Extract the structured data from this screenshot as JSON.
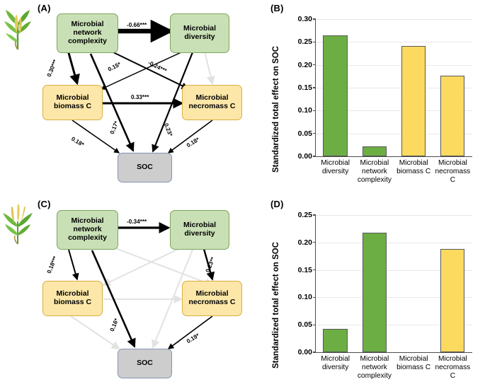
{
  "figure": {
    "panels": [
      {
        "id": "A",
        "label": "(A)"
      },
      {
        "id": "B",
        "label": "(B)"
      },
      {
        "id": "C",
        "label": "(C)"
      },
      {
        "id": "D",
        "label": "(D)"
      }
    ]
  },
  "icons": {
    "maize": "maize-plant-icon",
    "rice": "rice-plant-icon"
  },
  "colors": {
    "node_green_fill": "#c9e0b6",
    "node_green_border": "#7aa45e",
    "node_yellow_fill": "#fce7a9",
    "node_yellow_border": "#d9ae3b",
    "node_gray_fill": "#cdcdcd",
    "node_gray_border": "#8193b2",
    "bar_green": "#6cae44",
    "bar_yellow": "#fcd95f",
    "path_significant": "#000000",
    "path_nonsignificant": "#e2e2e2"
  },
  "nodes": {
    "complexity": "Microbial network complexity",
    "diversity": "Microbial diversity",
    "biomass": "Microbial biomass C",
    "necromass": "Microbial necromass C",
    "soc": "SOC"
  },
  "sem_a": {
    "paths": [
      {
        "from": "complexity",
        "to": "diversity",
        "coef": "-0.66***",
        "significant": true,
        "weight": 6.5
      },
      {
        "from": "complexity",
        "to": "biomass",
        "coef": "0.30***",
        "significant": true,
        "weight": 3.0
      },
      {
        "from": "complexity",
        "to": "necromass",
        "coef": "-0.24***",
        "significant": true,
        "weight": 2.0
      },
      {
        "from": "complexity",
        "to": "soc",
        "coef": "0.17*",
        "significant": true,
        "weight": 2.6
      },
      {
        "from": "diversity",
        "to": "biomass",
        "coef": "0.15*",
        "significant": true,
        "weight": 1.4
      },
      {
        "from": "diversity",
        "to": "soc",
        "coef": "0.23*",
        "significant": true,
        "weight": 2.2
      },
      {
        "from": "diversity",
        "to": "necromass",
        "coef": "",
        "significant": false,
        "weight": 1.4
      },
      {
        "from": "biomass",
        "to": "necromass",
        "coef": "0.33***",
        "significant": true,
        "weight": 3.0
      },
      {
        "from": "biomass",
        "to": "soc",
        "coef": "0.18*",
        "significant": true,
        "weight": 1.5
      },
      {
        "from": "necromass",
        "to": "soc",
        "coef": "0.18*",
        "significant": true,
        "weight": 1.5
      }
    ]
  },
  "sem_c": {
    "paths": [
      {
        "from": "complexity",
        "to": "diversity",
        "coef": "-0.34***",
        "significant": true,
        "weight": 3.2
      },
      {
        "from": "complexity",
        "to": "biomass",
        "coef": "0.18***",
        "significant": true,
        "weight": 2.0
      },
      {
        "from": "complexity",
        "to": "soc",
        "coef": "0.16*",
        "significant": true,
        "weight": 2.6
      },
      {
        "from": "complexity",
        "to": "necromass",
        "coef": "",
        "significant": false,
        "weight": 1.3
      },
      {
        "from": "diversity",
        "to": "necromass",
        "coef": "0.23**",
        "significant": true,
        "weight": 2.4
      },
      {
        "from": "diversity",
        "to": "biomass",
        "coef": "",
        "significant": false,
        "weight": 1.3
      },
      {
        "from": "diversity",
        "to": "soc",
        "coef": "",
        "significant": false,
        "weight": 1.3
      },
      {
        "from": "biomass",
        "to": "necromass",
        "coef": "",
        "significant": false,
        "weight": 1.3
      },
      {
        "from": "biomass",
        "to": "soc",
        "coef": "",
        "significant": false,
        "weight": 1.3
      },
      {
        "from": "necromass",
        "to": "soc",
        "coef": "0.19*",
        "significant": true,
        "weight": 1.6
      }
    ]
  },
  "labels_a": {
    "l1": "-0.66***",
    "l2": "0.30***",
    "l3": "0.15*",
    "l4": "-0.24***",
    "l5": "0.33***",
    "l6": "0.18*",
    "l7": "0.17*",
    "l8": "0.23*",
    "l9": "0.18*"
  },
  "labels_c": {
    "l1": "-0.34***",
    "l2": "0.18***",
    "l3": "0.23**",
    "l4": "0.16*",
    "l5": "0.19*"
  },
  "chart_data": [
    {
      "panel": "B",
      "type": "bar",
      "title": "",
      "xlabel": "",
      "ylabel": "Standardized total effect on SOC",
      "categories": [
        "Microbial diversity",
        "Microbial network complexity",
        "Microbial biomass C",
        "Microbial necromass C"
      ],
      "values": [
        0.265,
        0.022,
        0.242,
        0.177
      ],
      "colors": [
        "green",
        "green",
        "yellow",
        "yellow"
      ],
      "ylim": [
        0.0,
        0.3
      ],
      "yticks": [
        "0.00",
        "0.05",
        "0.10",
        "0.15",
        "0.20",
        "0.25",
        "0.30"
      ],
      "grid": true,
      "legend": "none"
    },
    {
      "panel": "D",
      "type": "bar",
      "title": "",
      "xlabel": "",
      "ylabel": "Standardized total effect on SOC",
      "categories": [
        "Microbial diversity",
        "Microbial network complexity",
        "Microbial biomass C",
        "Microbial necromass C"
      ],
      "values": [
        0.043,
        0.218,
        0.0,
        0.188
      ],
      "colors": [
        "green",
        "green",
        "yellow",
        "yellow"
      ],
      "ylim": [
        0.0,
        0.25
      ],
      "yticks": [
        "0.00",
        "0.05",
        "0.10",
        "0.15",
        "0.20",
        "0.25"
      ],
      "grid": true,
      "legend": "none"
    }
  ]
}
